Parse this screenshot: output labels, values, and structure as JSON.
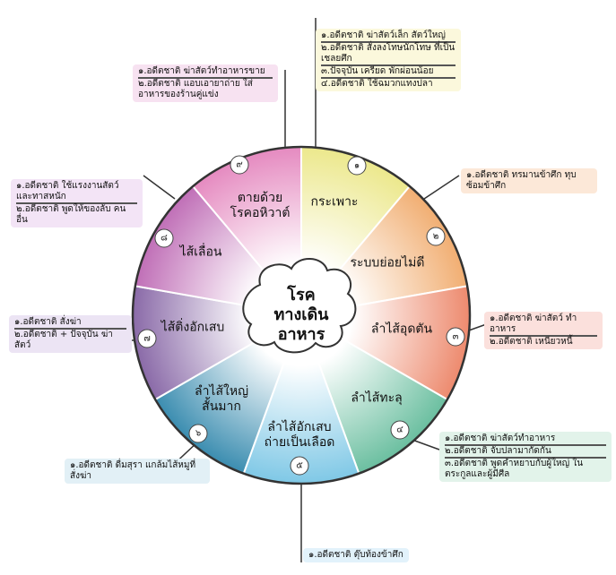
{
  "center": {
    "line1": "โรค",
    "line2": "ทางเดิน",
    "line3": "อาหาร"
  },
  "segments": [
    {
      "id": "s1",
      "number": "๑",
      "label_lines": [
        "กระเพาะ"
      ],
      "color": "#ece88c"
    },
    {
      "id": "s2",
      "number": "๒",
      "label_lines": [
        "ระบบย่อยไม่ดี"
      ],
      "color": "#f1ae72"
    },
    {
      "id": "s3",
      "number": "๓",
      "label_lines": [
        "ลำไส้อุดตัน"
      ],
      "color": "#ed8a6e"
    },
    {
      "id": "s4",
      "number": "๔",
      "label_lines": [
        "ลำไส้ทะลุ"
      ],
      "color": "#6bbfa0"
    },
    {
      "id": "s5",
      "number": "๕",
      "label_lines": [
        "ลำไส้อักเสบ",
        "ถ่ายเป็นเลือด"
      ],
      "color": "#7fc8e6"
    },
    {
      "id": "s6",
      "number": "๖",
      "label_lines": [
        "ลำไส้ใหญ่",
        "สั้นมาก"
      ],
      "color": "#3b8db0"
    },
    {
      "id": "s7",
      "number": "๗",
      "label_lines": [
        "ไส้ติ่งอักเสบ"
      ],
      "color": "#8a6aa8"
    },
    {
      "id": "s8",
      "number": "๘",
      "label_lines": [
        "ไส้เลื่อน"
      ],
      "color": "#c06fb7"
    },
    {
      "id": "s9",
      "number": "๙",
      "label_lines": [
        "ตายด้วย",
        "โรคอหิวาต์"
      ],
      "color": "#e58ac0"
    }
  ],
  "notes": {
    "top_right": [
      "๑.อดีตชาติ ฆ่าสัตว์เล็ก สัตว์ใหญ่",
      "๒.อดีตชาติ สั่งลงโทษนักโทษ ที่เป็นเชลยศึก",
      "๓.ปัจจุบัน เครียด พักผ่อนน้อย",
      "๔.อดีตชาติ ใช้ฉมวกแทงปลา"
    ],
    "top_left": [
      "๑.อดีตชาติ ฆ่าสัตว์ทำอาหารขาย",
      "๒.อดีตชาติ แอบเอายาถ่าย ใส่อาหารของร้านคู่แข่ง"
    ],
    "left_upper": [
      "๑.อดีตชาติ ใช้แรงงานสัตว์ และทาสหนัก",
      "๒.อดีตชาติ พูดให้ของลับ คนอื่น"
    ],
    "left_middle": [
      "๑.อดีตชาติ สั่งฆ่า",
      "๒.อดีตชาติ + ปัจจุบัน ฆ่าสัตว์"
    ],
    "left_lower": [
      "๑.อดีตชาติ ดื่มสุรา แกล้มไส้หมูที่สั่งฆ่า"
    ],
    "right_upper": [
      "๑.อดีตชาติ ทรมานข้าศึก ทุบซ้อมข้าศึก"
    ],
    "right_middle": [
      "๑.อดีตชาติ ฆ่าสัตว์ ทำอาหาร",
      "๒.อดีตชาติ เหนียวหนี้"
    ],
    "right_lower": [
      "๑.อดีตชาติ ฆ่าสัตว์ทำอาหาร",
      "๒.อดีตชาติ จับปลามากัดกัน",
      "๓.อดีตชาติ พูดคำหยาบกับผู้ใหญ่ ในตระกูลและผู้มีศีล"
    ],
    "bottom": [
      "๑.อดีตชาติ ตุ๊บท้องข้าศึก"
    ]
  }
}
